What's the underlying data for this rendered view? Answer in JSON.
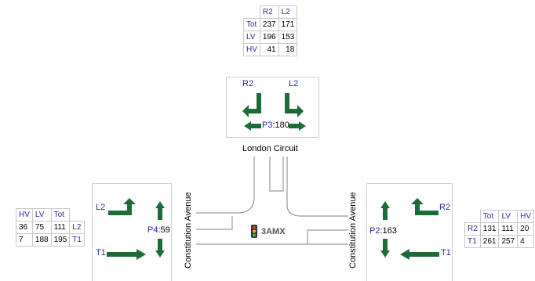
{
  "top_table": {
    "header": [
      "",
      "R2",
      "L2"
    ],
    "rows": [
      {
        "label": "Tot",
        "r2": "237",
        "l2": "171"
      },
      {
        "label": "LV",
        "r2": "196",
        "l2": "153"
      },
      {
        "label": "HV",
        "r2": "41",
        "l2": "18"
      }
    ]
  },
  "left_table": {
    "header": [
      "HV",
      "LV",
      "Tot",
      ""
    ],
    "rows": [
      {
        "hv": "36",
        "lv": "75",
        "tot": "111",
        "label": "L2"
      },
      {
        "hv": "7",
        "lv": "188",
        "tot": "195",
        "label": "T1"
      }
    ]
  },
  "right_table": {
    "header": [
      "",
      "Tot",
      "LV",
      "HV"
    ],
    "rows": [
      {
        "label": "R2",
        "tot": "131",
        "lv": "111",
        "hv": "20"
      },
      {
        "label": "T1",
        "tot": "261",
        "lv": "257",
        "hv": "4"
      }
    ]
  },
  "panels": {
    "p3": {
      "r2": "R2",
      "l2": "L2",
      "phase": "P3",
      "value": "180"
    },
    "p4": {
      "l2": "L2",
      "t1": "T1",
      "phase": "P4",
      "value": "59"
    },
    "p2": {
      "r2": "R2",
      "t1": "T1",
      "phase": "P2",
      "value": "163"
    }
  },
  "streets": {
    "north": "London Circuit",
    "west": "Constitution Avenue",
    "east": "Constitution Avenue"
  },
  "site": {
    "id": "3AMX",
    "icon": "traffic-light-icon"
  },
  "colors": {
    "arrow": "#1e6b3a",
    "label": "#2a2aa8",
    "road": "#999999"
  }
}
